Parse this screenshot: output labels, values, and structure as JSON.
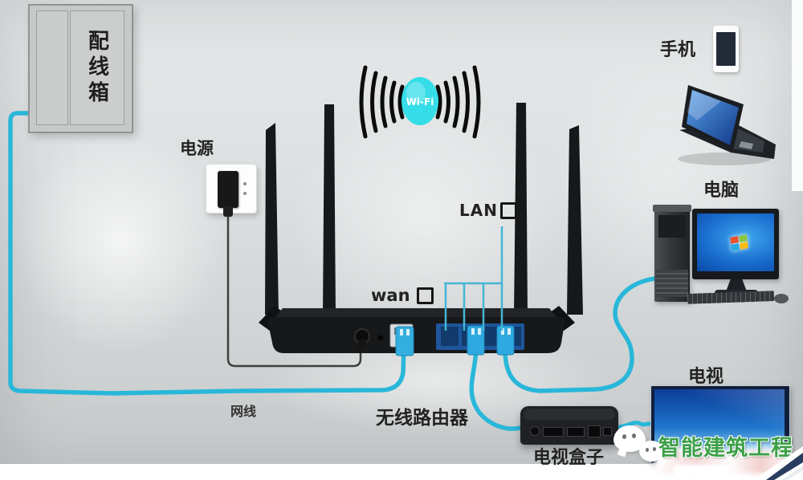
{
  "labels": {
    "distribution_box": "配线箱",
    "power": "电源",
    "phone": "手机",
    "computer": "电脑",
    "wifi": "Wi-Fi",
    "lan_port": "LAN口",
    "lan_port_latin": "LAN",
    "wan_port": "wan 口",
    "wan_port_latin": "wan",
    "network_cable": "网线",
    "wireless_router": "无线路由器",
    "tv": "电视",
    "tv_box": "电视盒子",
    "watermark": "智能建筑工程"
  },
  "colors": {
    "cable_cyan": "#29b7d9",
    "power_cable": "#3f3f3f",
    "wifi_badge": "#35dde8",
    "lan_panel_highlight": "#1e569b",
    "watermark_text": "#3da048",
    "background": "#d5d8d9"
  }
}
